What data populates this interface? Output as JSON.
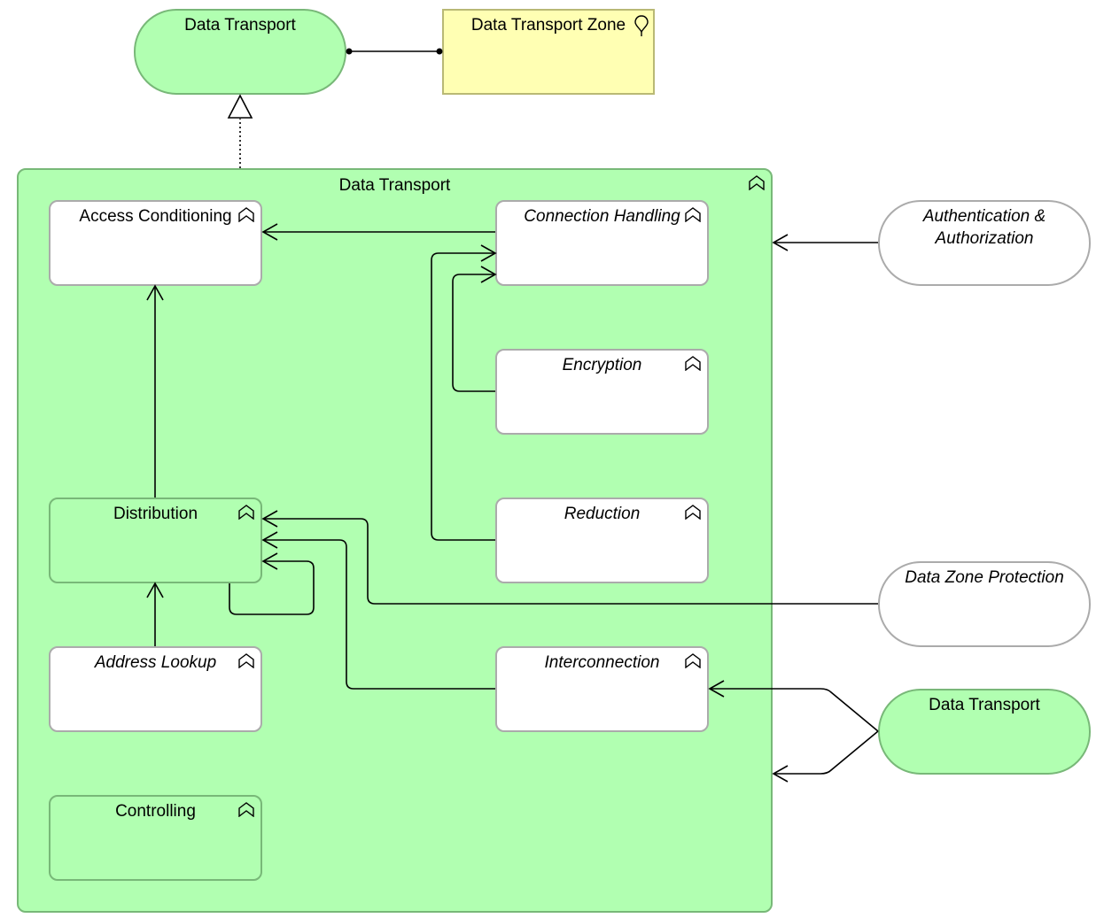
{
  "diagram": {
    "service_top": {
      "label": "Data Transport"
    },
    "location": {
      "label": "Data Transport Zone",
      "icon": "location-pin-icon"
    },
    "container": {
      "label": "Data Transport",
      "icon": "business-function-icon"
    },
    "functions": {
      "access_conditioning": {
        "label": "Access Conditioning",
        "icon": "business-function-icon"
      },
      "connection_handling": {
        "label": "Connection Handling",
        "icon": "business-function-icon"
      },
      "encryption": {
        "label": "Encryption",
        "icon": "business-function-icon"
      },
      "reduction": {
        "label": "Reduction",
        "icon": "business-function-icon"
      },
      "distribution": {
        "label": "Distribution",
        "icon": "business-function-icon"
      },
      "address_lookup": {
        "label": "Address Lookup",
        "icon": "business-function-icon"
      },
      "interconnection": {
        "label": "Interconnection",
        "icon": "business-function-icon"
      },
      "controlling": {
        "label": "Controlling",
        "icon": "business-function-icon"
      }
    },
    "external_services": {
      "auth": {
        "label": "Authentication & Authorization"
      },
      "zone_protection": {
        "label": "Data Zone Protection"
      },
      "data_transport": {
        "label": "Data Transport"
      }
    },
    "colors": {
      "green_fill": "#b1ffb1",
      "green_border": "#78b878",
      "location_fill": "#ffffb3",
      "location_border": "#b9b975",
      "white_border": "#ababab"
    }
  }
}
